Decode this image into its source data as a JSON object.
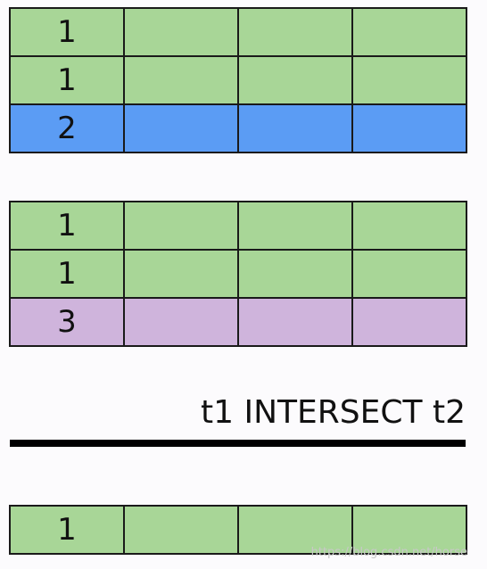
{
  "colors": {
    "green": "#a8d697",
    "blue": "#5b9cf4",
    "purple": "#cfb4dc",
    "border": "#1a1a1a",
    "background": "#fcfbfd"
  },
  "table_t1": {
    "rows": [
      {
        "value": "1",
        "color": "green"
      },
      {
        "value": "1",
        "color": "green"
      },
      {
        "value": "2",
        "color": "blue"
      }
    ]
  },
  "table_t2": {
    "rows": [
      {
        "value": "1",
        "color": "green"
      },
      {
        "value": "1",
        "color": "green"
      },
      {
        "value": "3",
        "color": "purple"
      }
    ]
  },
  "operation": {
    "label": "t1 INTERSECT t2"
  },
  "table_result": {
    "rows": [
      {
        "value": "1",
        "color": "green"
      }
    ]
  },
  "watermark": "https://blog.csdn.net/horse"
}
